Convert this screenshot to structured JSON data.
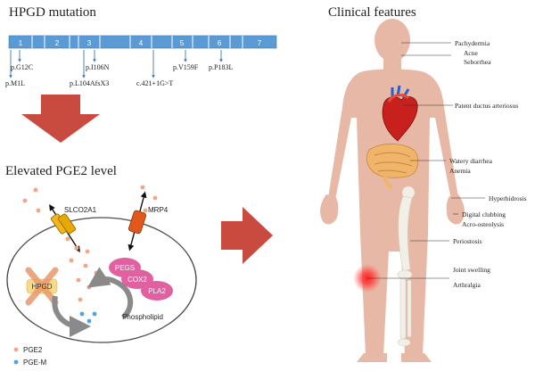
{
  "mutation": {
    "title": "HPGD mutation",
    "exons": [
      "1",
      "2",
      "3",
      "4",
      "5",
      "6",
      "7"
    ],
    "variants_top": [
      "p.G12C",
      "p.I106N",
      "p.V159F",
      "p.P183L"
    ],
    "variants_bottom": [
      "p.M1L",
      "p.L104AfsX3",
      "c.421+1G>T"
    ]
  },
  "pge2": {
    "title": "Elevated PGE2 level",
    "transporters": [
      "SLCO2A1",
      "MRP4"
    ],
    "enzymes": [
      "PEGS",
      "COX2",
      "PLA2"
    ],
    "blocked_enzyme": "HPGD",
    "substrate": "Phospholipid",
    "legend": [
      "PGE2",
      "PGE-M"
    ],
    "colors": {
      "pge2": "#f4a582",
      "pgem": "#4fa3e0",
      "enzyme": "#e060a0",
      "arrow": "#c94a3f"
    }
  },
  "clinical": {
    "title": "Clinical features",
    "labels": [
      "Pachydermia",
      "Acne",
      "Seborrhea",
      "Patent ductus arteriosus",
      "Watery diarrhea",
      "Anemia",
      "Hyperhidrosis",
      "Digital clubbing",
      "Acro-osteolysis",
      "Periostosis",
      "Joint swelling",
      "Arthralgia"
    ]
  }
}
